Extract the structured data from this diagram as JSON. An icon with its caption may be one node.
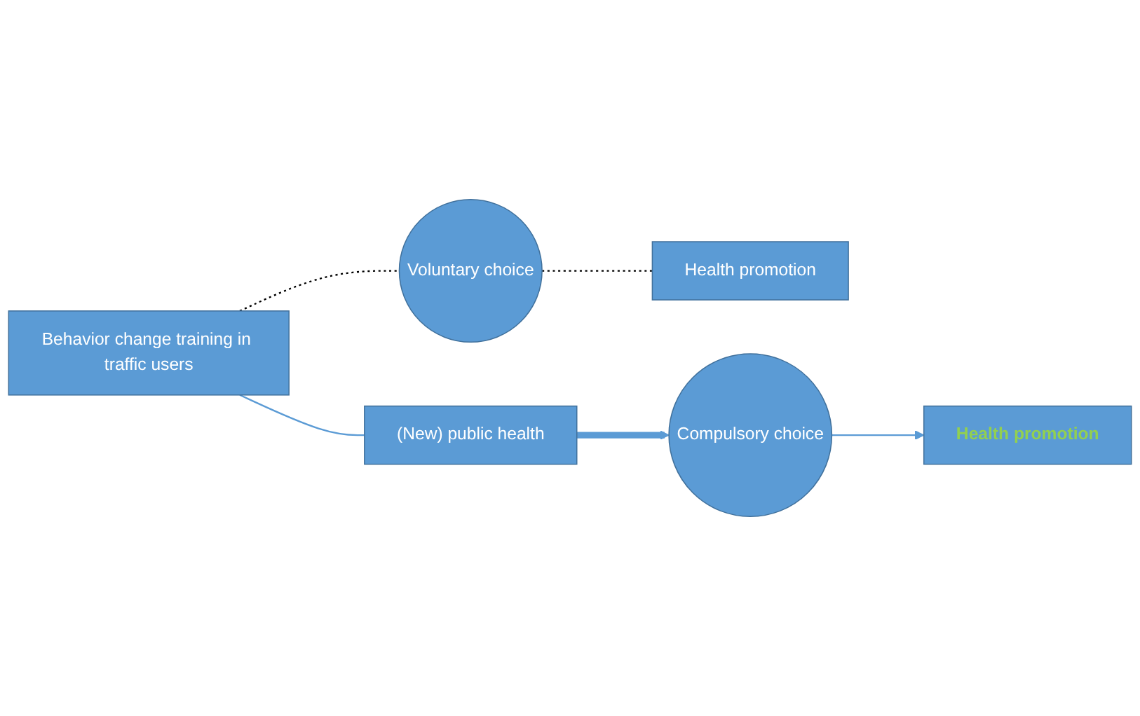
{
  "diagram": {
    "nodes": [
      {
        "text": [
          "Behavior change training in traffic users"
        ]
      },
      {
        "text": [
          "Voluntary choice"
        ]
      },
      {
        "text": [
          "Health promotion"
        ]
      },
      {
        "text": [
          "(New) public health"
        ]
      },
      {
        "text": [
          "Compulsory choice"
        ]
      },
      {
        "text": [
          "Health promotion"
        ]
      }
    ],
    "edges": [
      {
        "from": 0,
        "to": 1,
        "arrow": "none",
        "style": "dashed",
        "color": "#000000"
      },
      {
        "from": 1,
        "to": 2,
        "arrow": "none",
        "style": "dashed",
        "color": "#000000"
      },
      {
        "from": 0,
        "to": 3,
        "arrow": "none"
      },
      {
        "from": 3,
        "to": 4,
        "arrow": "to",
        "style": "thick"
      },
      {
        "from": 4,
        "to": 5,
        "arrow": "to"
      }
    ]
  }
}
